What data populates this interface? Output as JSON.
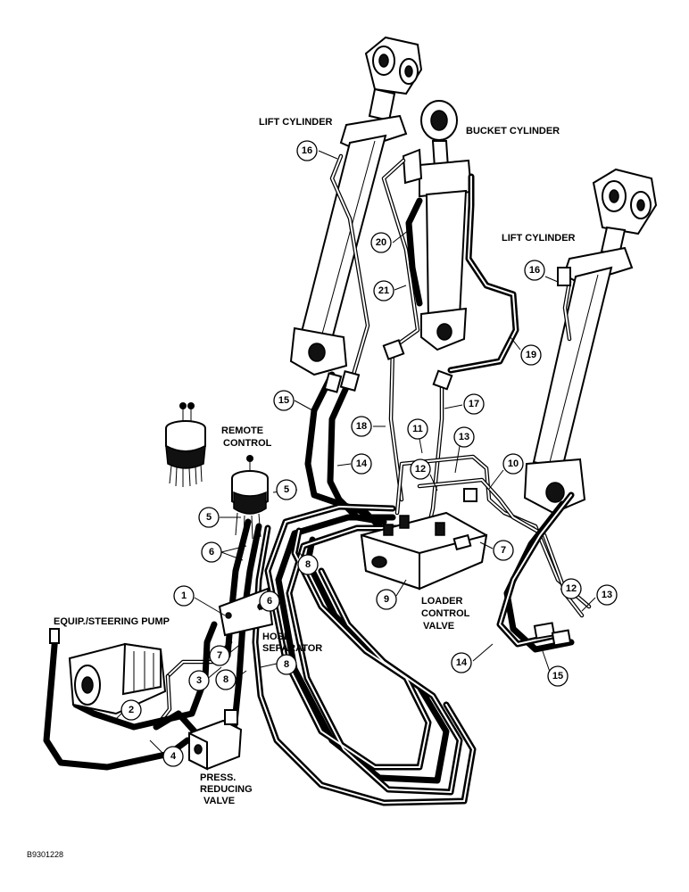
{
  "labels": {
    "lift_cylinder_left": "LIFT CYLINDER",
    "bucket_cylinder": "BUCKET CYLINDER",
    "lift_cylinder_right": "LIFT CYLINDER",
    "remote_control_1": "REMOTE",
    "remote_control_2": "CONTROL",
    "pump": "EQUIP./STEERING PUMP",
    "hose_separator_1": "HOSE",
    "hose_separator_2": "SEPARATOR",
    "loader_valve_1": "LOADER",
    "loader_valve_2": "CONTROL",
    "loader_valve_3": "VALVE",
    "press_valve_1": "PRESS.",
    "press_valve_2": "REDUCING",
    "press_valve_3": "VALVE",
    "figure_code": "B9301228"
  },
  "callouts": [
    "16",
    "20",
    "21",
    "19",
    "16",
    "15",
    "18",
    "17",
    "11",
    "13",
    "14",
    "12",
    "10",
    "5",
    "5",
    "6",
    "7",
    "8",
    "9",
    "1",
    "6",
    "7",
    "8",
    "3",
    "8",
    "2",
    "4",
    "12",
    "13",
    "14",
    "15"
  ]
}
